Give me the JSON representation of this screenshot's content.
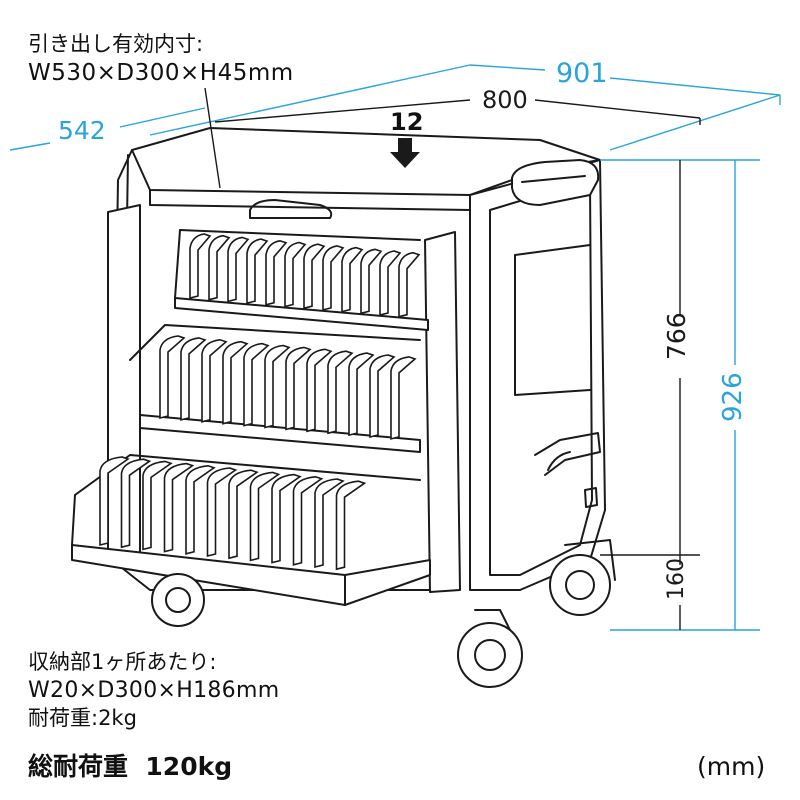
{
  "notes": {
    "drawer_title": "引き出し有効内寸:",
    "drawer_size": "W530×D300×H45mm",
    "slot_title": "収納部1ヶ所あたり:",
    "slot_size": "W20×D300×H186mm",
    "slot_load": "耐荷重:2kg",
    "total_load": "総耐荷重  120kg",
    "unit": "(mm)"
  },
  "dimensions": {
    "overall_width": "901",
    "body_width": "800",
    "depth": "542",
    "slot_count": "12",
    "body_height": "766",
    "overall_height": "926",
    "caster_height": "160"
  },
  "colors": {
    "dimension_outer": "#29a4dc",
    "dimension_inner": "#1a1a1a",
    "cart_line": "#1a1a1a"
  }
}
